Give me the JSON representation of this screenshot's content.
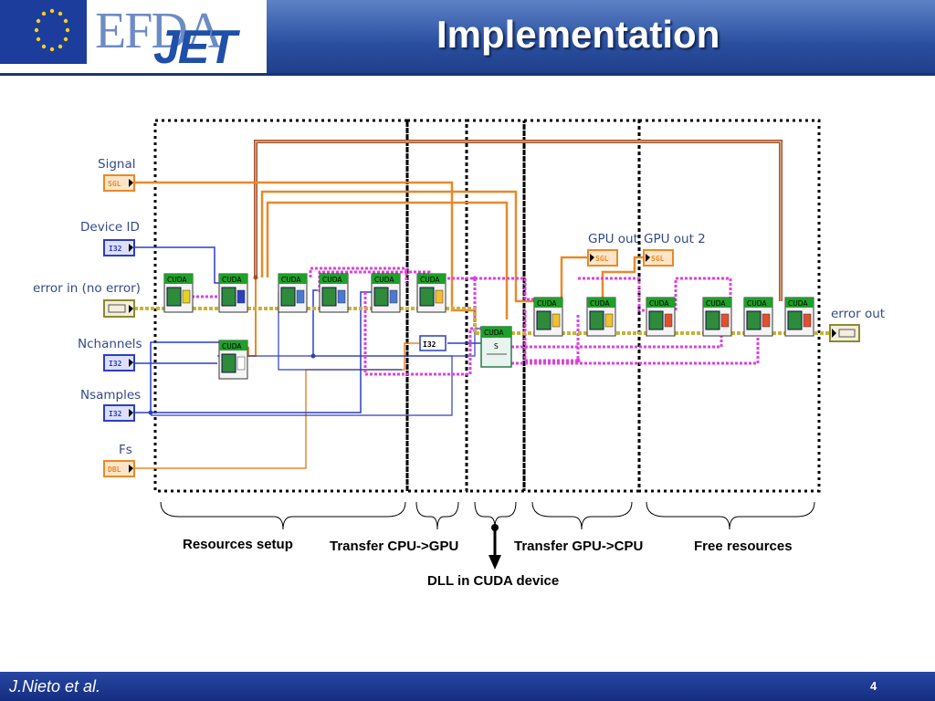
{
  "slide": {
    "title": "Implementation",
    "logo_efda": "EFDA",
    "logo_jet": "JET",
    "author": "J.Nieto et al.",
    "page_number": "4"
  },
  "controls": {
    "signal": {
      "label": "Signal",
      "type": "SGL"
    },
    "device_id": {
      "label": "Device ID",
      "type": "I32"
    },
    "error_in": {
      "label": "error in (no error)"
    },
    "nchannels": {
      "label": "Nchannels",
      "type": "I32"
    },
    "nsamples": {
      "label": "Nsamples",
      "type": "I32"
    },
    "fs": {
      "label": "Fs",
      "type": "DBL"
    }
  },
  "indicators": {
    "gpu_out": {
      "label": "GPU out",
      "type": "SGL"
    },
    "gpu_out_2": {
      "label": "GPU out 2",
      "type": "SGL"
    },
    "error_out": {
      "label": "error out"
    }
  },
  "constant_i32": "I32",
  "node_label": "CUDA",
  "sections": {
    "resources_setup": "Resources setup",
    "transfer_cpu_gpu": "Transfer CPU->GPU",
    "transfer_gpu_cpu": "Transfer GPU->CPU",
    "free_resources": "Free resources",
    "dll": "DLL in CUDA device"
  },
  "colors": {
    "header_blue": "#2a4f9f",
    "wire_orange": "#e8892a",
    "wire_brown": "#a0522d",
    "wire_pink": "#e040e0",
    "wire_blue": "#2d3fc0",
    "cuda_green": "#1fa02a"
  }
}
